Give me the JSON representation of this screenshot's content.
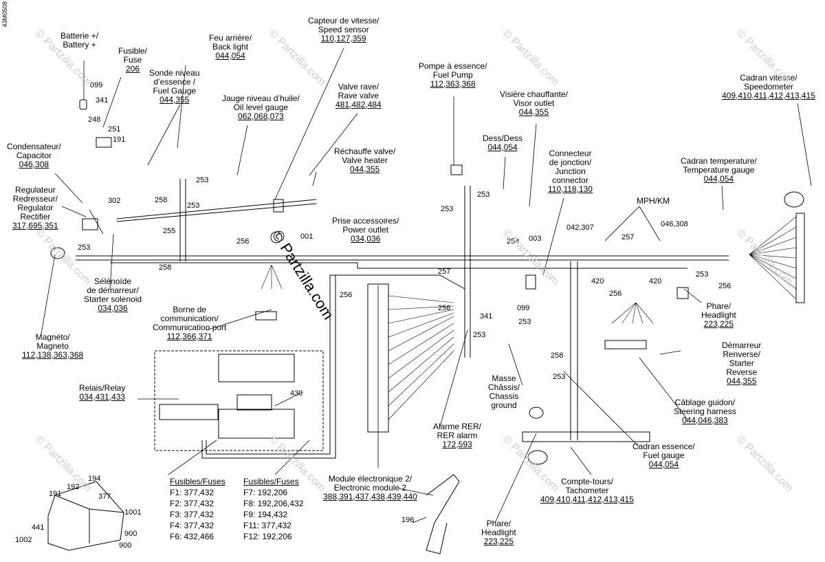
{
  "doc_id": "43M0508",
  "watermark": "© Partzilla.com",
  "labels": [
    {
      "id": "battery",
      "lines": [
        "Batterie +/",
        "Battery +"
      ]
    },
    {
      "id": "fuse",
      "lines": [
        "Fusible/",
        "Fuse"
      ],
      "num": "206"
    },
    {
      "id": "fuel-level",
      "lines": [
        "Sonde niveau",
        "d’essence /",
        "Fuel Gauge"
      ],
      "num": "044,355"
    },
    {
      "id": "back-light",
      "lines": [
        "Feu arrière/",
        "Back light"
      ],
      "num": "044,054"
    },
    {
      "id": "speed-sensor",
      "lines": [
        "Capteur de vitesse/",
        "Speed sensor"
      ],
      "num": "110,127,359"
    },
    {
      "id": "oil-gauge",
      "lines": [
        "Jauge niveau d’huile/",
        "Oil level gauge"
      ],
      "num": "062,068,073"
    },
    {
      "id": "rave-valve",
      "lines": [
        "Valve rave/",
        "Rave valve"
      ],
      "num": "481,482,484"
    },
    {
      "id": "valve-heater",
      "lines": [
        "Réchauffe valve/",
        "Valve heater"
      ],
      "num": "044,355"
    },
    {
      "id": "fuel-pump",
      "lines": [
        "Pompe à essence/",
        "Fuel Pump"
      ],
      "num": "112,363,368"
    },
    {
      "id": "visor-outlet",
      "lines": [
        "Visière chauffante/",
        "Visor outlet"
      ],
      "num": "044,355"
    },
    {
      "id": "dess",
      "lines": [
        "Dess/Dess"
      ],
      "num": "044,054"
    },
    {
      "id": "junction",
      "lines": [
        "Connecteur",
        "de jonction/",
        "Junction",
        "connector"
      ],
      "num": "110,118,130"
    },
    {
      "id": "speedometer",
      "lines": [
        "Cadran vitesse/",
        "Speedometer"
      ],
      "num": "409,410,411,412,413,415"
    },
    {
      "id": "temp-gauge",
      "lines": [
        "Cadran temperature/",
        "Temperature gauge"
      ],
      "num": "044,054"
    },
    {
      "id": "capacitor",
      "lines": [
        "Condensateur/",
        "Capacitor"
      ],
      "num": "046,308"
    },
    {
      "id": "regulator",
      "lines": [
        "Regulateur",
        "Redresseur/",
        "Regulator",
        "Rectifier"
      ],
      "num": "317,695,351"
    },
    {
      "id": "starter-solenoid",
      "lines": [
        "Sélénoïde",
        "de démarreur/",
        "Starter solenoid"
      ],
      "num": "034,036"
    },
    {
      "id": "magneto",
      "lines": [
        "Magnéto/",
        "Magneto"
      ],
      "num": "112,138,363,368"
    },
    {
      "id": "comm-port",
      "lines": [
        "Borne de",
        "communication/",
        "Communication port"
      ],
      "num": "112,366,371"
    },
    {
      "id": "power-outlet",
      "lines": [
        "Prise accessoires/",
        "Power outlet"
      ],
      "num": "034,036"
    },
    {
      "id": "mph-km",
      "lines": [
        "MPH/KM"
      ]
    },
    {
      "id": "headlight-r",
      "lines": [
        "Phare/",
        "Headlight"
      ],
      "num": "223,225"
    },
    {
      "id": "starter-reverse",
      "lines": [
        "Démarreur",
        "Renverse/",
        "Starter",
        "Reverse"
      ],
      "num": "044,355"
    },
    {
      "id": "steering-harness",
      "lines": [
        "Câblage guidon/",
        "Steering harness"
      ],
      "num": "044,046,383"
    },
    {
      "id": "fuel-gauge",
      "lines": [
        "Cadran essence/",
        "Fuel gauge"
      ],
      "num": "044,054"
    },
    {
      "id": "tachometer",
      "lines": [
        "Compte-tours/",
        "Tachometer"
      ],
      "num": "409,410,411,412,413,415"
    },
    {
      "id": "headlight-b",
      "lines": [
        "Phare/",
        "Headlight"
      ],
      "num": "223,225"
    },
    {
      "id": "rer-alarm",
      "lines": [
        "Alarme RER/",
        "RER alarm"
      ],
      "num": "172,593"
    },
    {
      "id": "chassis-ground",
      "lines": [
        "Masse",
        "Châssis/",
        "Chassis",
        "ground"
      ]
    },
    {
      "id": "ecm2",
      "lines": [
        "Module électronique 2/",
        "Electronic module 2"
      ],
      "num": "388,391,437,438,439,440"
    },
    {
      "id": "relay",
      "lines": [
        "Relais/Relay"
      ],
      "num": "034,431,433"
    }
  ],
  "codes": [
    {
      "id": "c099a",
      "t": "099"
    },
    {
      "id": "c341a",
      "t": "341"
    },
    {
      "id": "c248",
      "t": "248"
    },
    {
      "id": "c251",
      "t": "251"
    },
    {
      "id": "c191a",
      "t": "191"
    },
    {
      "id": "c302",
      "t": "302"
    },
    {
      "id": "c258a",
      "t": "258"
    },
    {
      "id": "c253a",
      "t": "253"
    },
    {
      "id": "c253b",
      "t": "253"
    },
    {
      "id": "c255",
      "t": "255"
    },
    {
      "id": "c256a",
      "t": "256"
    },
    {
      "id": "c001",
      "t": "001"
    },
    {
      "id": "c253c",
      "t": "253"
    },
    {
      "id": "c258b",
      "t": "258"
    },
    {
      "id": "c253d",
      "t": "253"
    },
    {
      "id": "c253e",
      "t": "253"
    },
    {
      "id": "c254",
      "t": "254"
    },
    {
      "id": "c003",
      "t": "003"
    },
    {
      "id": "c257a",
      "t": "257"
    },
    {
      "id": "c256b",
      "t": "256"
    },
    {
      "id": "c256c",
      "t": "256"
    },
    {
      "id": "c099b",
      "t": "099"
    },
    {
      "id": "c341b",
      "t": "341"
    },
    {
      "id": "c253f",
      "t": "253"
    },
    {
      "id": "c253g",
      "t": "253"
    },
    {
      "id": "c258c",
      "t": "258"
    },
    {
      "id": "c253h",
      "t": "253"
    },
    {
      "id": "c042",
      "t": "042,307"
    },
    {
      "id": "c046",
      "t": "046,308"
    },
    {
      "id": "c257b",
      "t": "257"
    },
    {
      "id": "c420a",
      "t": "420"
    },
    {
      "id": "c420b",
      "t": "420"
    },
    {
      "id": "c253i",
      "t": "253"
    },
    {
      "id": "c256d",
      "t": "256"
    },
    {
      "id": "c256e",
      "t": "256"
    },
    {
      "id": "c430",
      "t": "430"
    },
    {
      "id": "c194",
      "t": "194"
    },
    {
      "id": "c192",
      "t": "192"
    },
    {
      "id": "c191b",
      "t": "191"
    },
    {
      "id": "c377",
      "t": "377"
    },
    {
      "id": "c1001",
      "t": "1001"
    },
    {
      "id": "c441",
      "t": "441"
    },
    {
      "id": "c1002",
      "t": "1002"
    },
    {
      "id": "c900a",
      "t": "900"
    },
    {
      "id": "c900b",
      "t": "900"
    },
    {
      "id": "c196",
      "t": "196"
    }
  ],
  "fuses_left": {
    "header": "Fusibles/Fuses",
    "rows": [
      "F1: 377,432",
      "F2: 377,432",
      "F3: 377,432",
      "F4: 377,432",
      "F6: 432,466"
    ]
  },
  "fuses_right": {
    "header": "Fusibles/Fuses",
    "rows": [
      "F7: 192,206",
      "F8: 192,206,432",
      "F9: 194,432",
      "F11: 377,432",
      "F12: 192,206"
    ]
  }
}
